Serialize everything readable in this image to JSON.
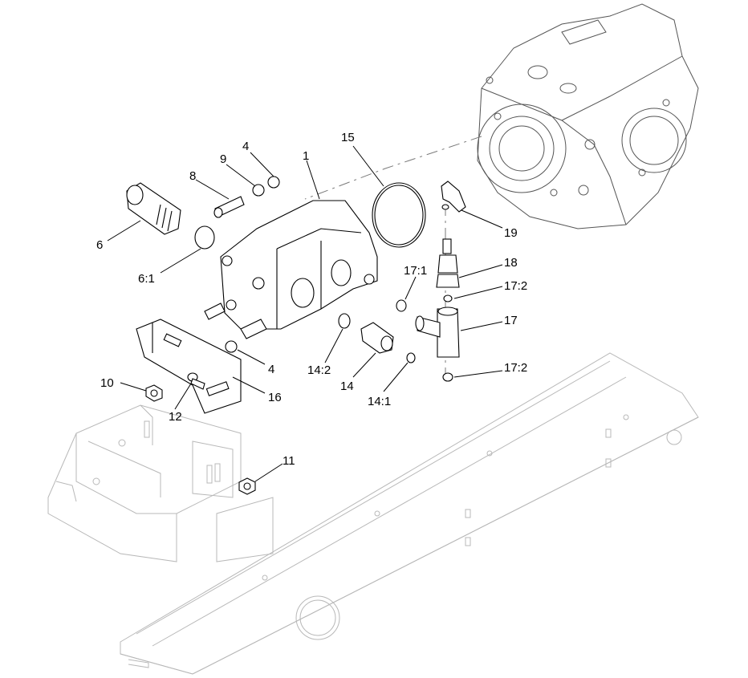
{
  "diagram": {
    "type": "exploded-parts-view",
    "callouts": [
      {
        "id": "c1",
        "label": "1"
      },
      {
        "id": "c4a",
        "label": "4"
      },
      {
        "id": "c4b",
        "label": "4"
      },
      {
        "id": "c6",
        "label": "6"
      },
      {
        "id": "c61",
        "label": "6:1"
      },
      {
        "id": "c8",
        "label": "8"
      },
      {
        "id": "c9",
        "label": "9"
      },
      {
        "id": "c10",
        "label": "10"
      },
      {
        "id": "c11",
        "label": "11"
      },
      {
        "id": "c12",
        "label": "12"
      },
      {
        "id": "c14",
        "label": "14"
      },
      {
        "id": "c141",
        "label": "14:1"
      },
      {
        "id": "c142",
        "label": "14:2"
      },
      {
        "id": "c15",
        "label": "15"
      },
      {
        "id": "c16",
        "label": "16"
      },
      {
        "id": "c17",
        "label": "17"
      },
      {
        "id": "c171",
        "label": "17:1"
      },
      {
        "id": "c172a",
        "label": "17:2"
      },
      {
        "id": "c172b",
        "label": "17:2"
      },
      {
        "id": "c18",
        "label": "18"
      },
      {
        "id": "c19",
        "label": "19"
      }
    ],
    "colors": {
      "linework": "#000000",
      "background_linework": "#b8b8b8",
      "background": "#ffffff"
    }
  }
}
